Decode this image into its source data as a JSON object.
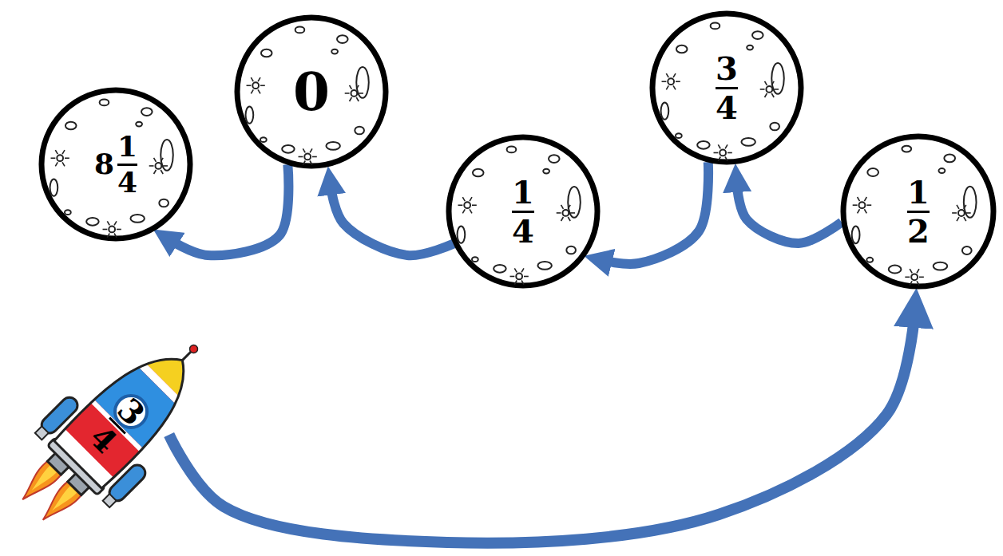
{
  "diagram": {
    "nodes": [
      {
        "text": [
          "8",
          "1",
          "4"
        ]
      },
      {
        "text": [
          "0"
        ]
      },
      {
        "text": [
          "1",
          "4"
        ]
      },
      {
        "text": [
          "3",
          "4"
        ]
      },
      {
        "text": [
          "1",
          "2"
        ]
      },
      {
        "text": [
          "3",
          "4"
        ]
      }
    ],
    "edges": [
      {
        "from": 5,
        "to": 4,
        "arrow": "to"
      },
      {
        "from": 4,
        "to": 3,
        "arrow": "to"
      },
      {
        "from": 3,
        "to": 2,
        "arrow": "to"
      },
      {
        "from": 2,
        "to": 1,
        "arrow": "to"
      },
      {
        "from": 1,
        "to": 0,
        "arrow": "to"
      }
    ]
  }
}
